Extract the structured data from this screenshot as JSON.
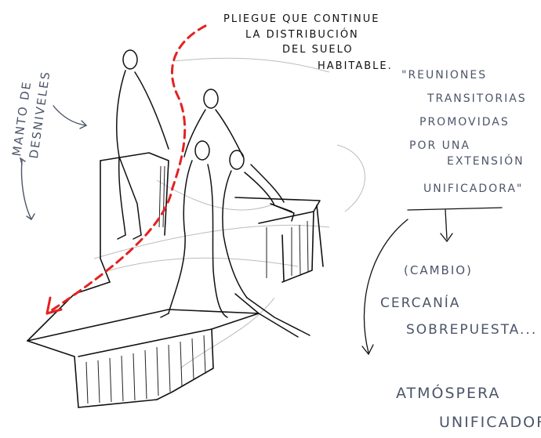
{
  "vertical_note": {
    "line1": "MANTO DE",
    "line2": "DESNIVELES"
  },
  "fold_note": {
    "line1": "PLIEGUE QUE CONTINUE",
    "line2": "LA DISTRIBUCIÓN",
    "line3": "DEL SUELO",
    "line4": "HABITABLE."
  },
  "meetings_note": {
    "line1": "\"REUNIONES",
    "line2": "TRANSITORIAS",
    "line3": "PROMOVIDAS",
    "line4": "POR UNA",
    "line5": "EXTENSIÓN",
    "line6": "UNIFICADORA\""
  },
  "change_note": "(CAMBIO)",
  "closeness_note": {
    "line1": "CERCANÍA",
    "line2": "SOBREPUESTA..."
  },
  "atmosphere_note": {
    "line1": "ATMÓSPERA",
    "line2": "UNIFICADORA"
  },
  "colors": {
    "ink": "#111111",
    "blue_ink": "#4c5569",
    "red_pencil": "#e32222",
    "pencil": "#b5b5b5"
  }
}
